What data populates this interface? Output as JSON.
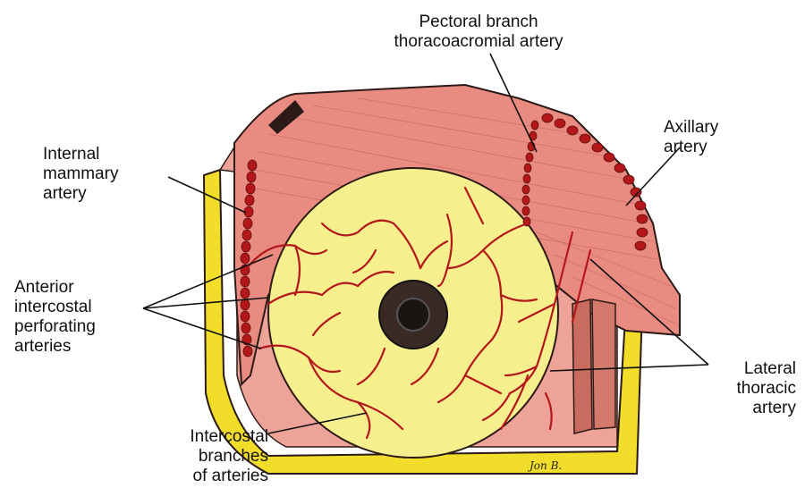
{
  "labels": {
    "pectoral_branch": "Pectoral branch\nthoracoacromial artery",
    "axillary": "Axillary\nartery",
    "internal_mammary": "Internal\nmammary\nartery",
    "anterior_intercostal": "Anterior\nintercostal\nperforating\narteries",
    "lateral_thoracic": "Lateral\nthoracic\nartery",
    "intercostal_branches": "Intercostal\nbranches\nof arteries"
  },
  "signature": "Jon B.",
  "colors": {
    "muscle": "#e98b80",
    "muscle_dark": "#cc6459",
    "gland": "#f6ef8e",
    "fat": "#f2dd2a",
    "artery": "#b3171a",
    "outline": "#2b1a16"
  }
}
